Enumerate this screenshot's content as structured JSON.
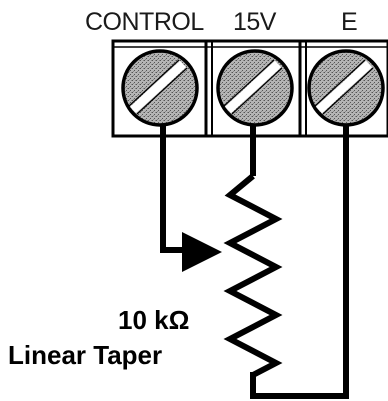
{
  "terminals": {
    "control_label": "CONTROL",
    "v15_label": "15V",
    "e_label": "E"
  },
  "potentiometer": {
    "value_label": "10 kΩ",
    "taper_label": "Linear Taper"
  },
  "colors": {
    "line": "#000000",
    "block_fill": "#ffffff",
    "screw_fill": "#a6a6a6",
    "screw_slot": "#ffffff"
  }
}
